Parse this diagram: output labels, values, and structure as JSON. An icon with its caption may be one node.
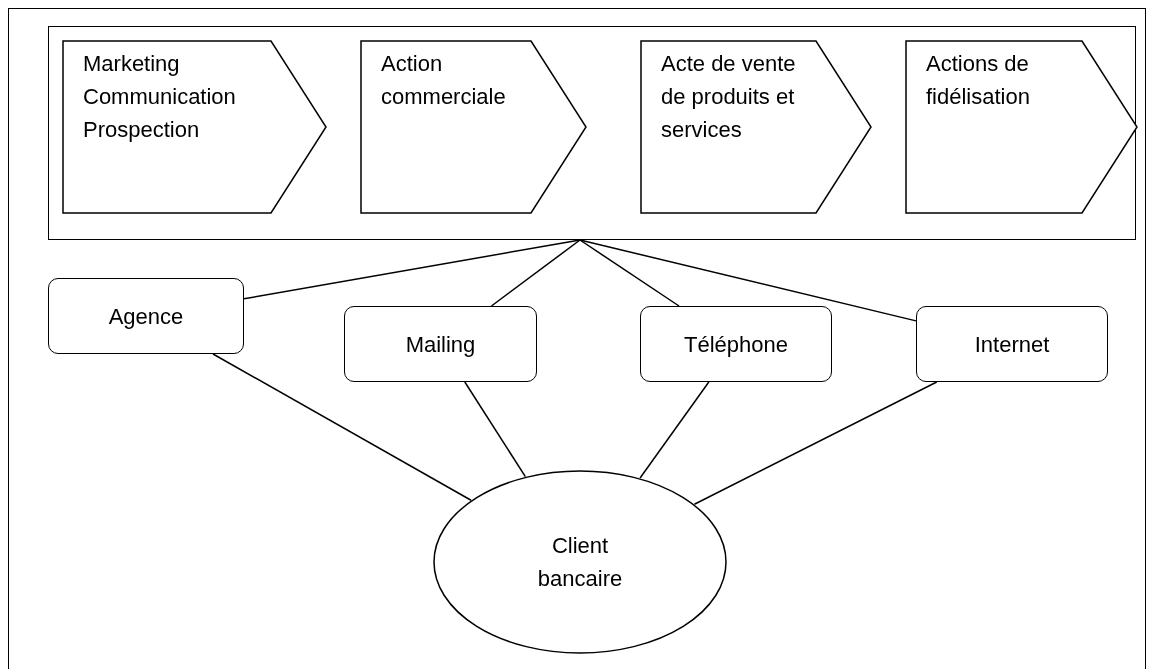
{
  "diagram": {
    "nodes": [
      {
        "text": [],
        "shape": "box"
      },
      {
        "text": [
          "Marketing Communication Prospection"
        ],
        "in": 0
      },
      {
        "text": [
          "Action commerciale"
        ],
        "in": 0
      },
      {
        "text": [
          "Acte de vente de produits et services"
        ],
        "in": 0
      },
      {
        "text": [
          "Actions de fidélisation"
        ],
        "in": 0
      },
      {
        "text": [
          "Agence"
        ]
      },
      {
        "text": [
          "Mailing"
        ]
      },
      {
        "text": [
          "Téléphone"
        ]
      },
      {
        "text": [
          "Internet"
        ]
      },
      {
        "text": [
          "Client bancaire"
        ]
      }
    ],
    "edges": [
      {
        "from": 0,
        "to": 5,
        "arrow": "none"
      },
      {
        "from": 0,
        "to": 6,
        "arrow": "none"
      },
      {
        "from": 0,
        "to": 7,
        "arrow": "none"
      },
      {
        "from": 0,
        "to": 8,
        "arrow": "none"
      },
      {
        "from": 5,
        "to": 9,
        "arrow": "none"
      },
      {
        "from": 6,
        "to": 9,
        "arrow": "none"
      },
      {
        "from": 7,
        "to": 9,
        "arrow": "none"
      },
      {
        "from": 8,
        "to": 9,
        "arrow": "none"
      }
    ]
  }
}
